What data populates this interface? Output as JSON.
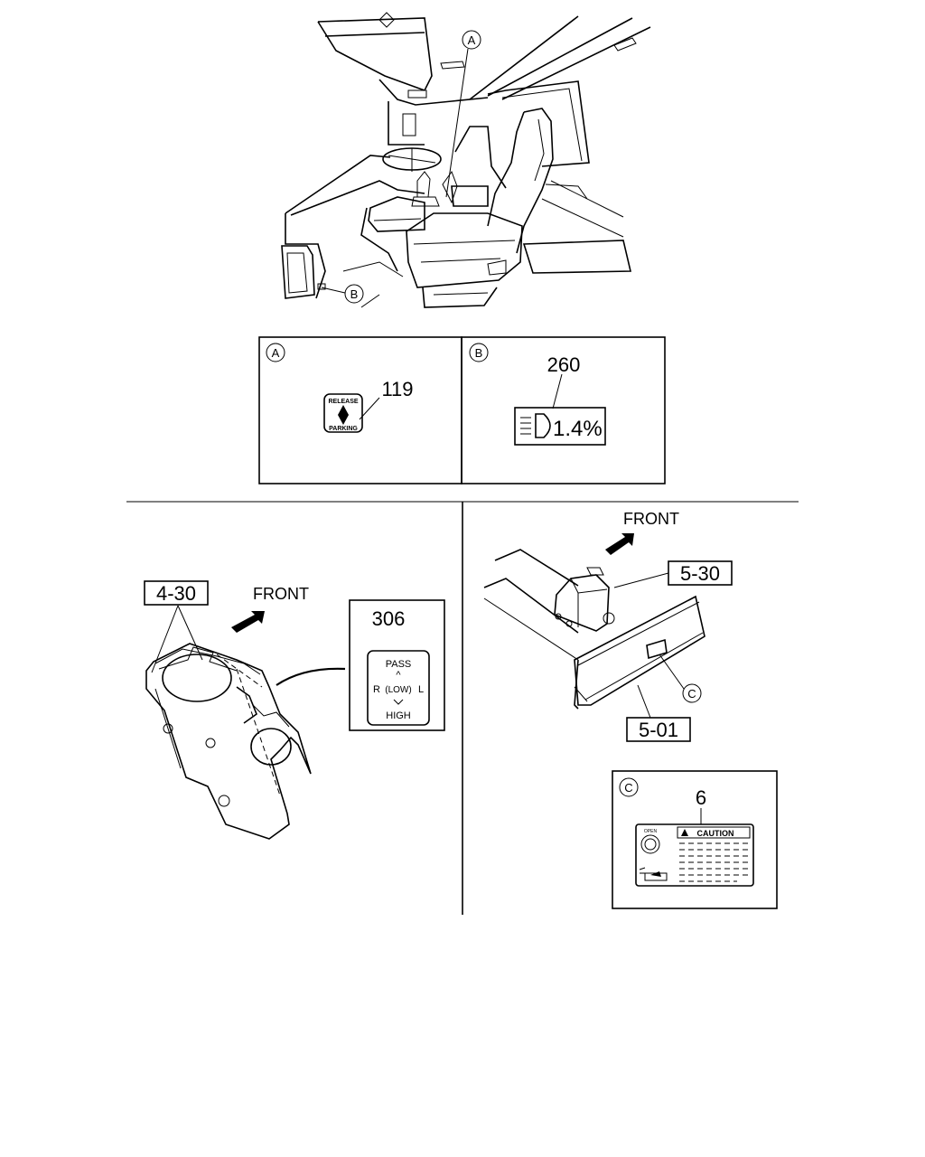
{
  "callouts": {
    "a": "A",
    "b": "B",
    "c": "C"
  },
  "detail_a": {
    "letter": "A",
    "part_no": "119",
    "label_top": "RELEASE",
    "label_bottom": "PARKING"
  },
  "detail_b": {
    "letter": "B",
    "part_no": "260",
    "label_text": "1.4%"
  },
  "left_view": {
    "ref_no": "4-30",
    "front": "FRONT",
    "part_no": "306",
    "label_pass": "PASS",
    "label_r": "R",
    "label_low": "(LOW)",
    "label_l": "L",
    "label_high": "HIGH"
  },
  "right_view": {
    "front": "FRONT",
    "ref_no_top": "5-30",
    "ref_no_bottom": "5-01",
    "callout": "C"
  },
  "detail_c": {
    "letter": "C",
    "part_no": "6",
    "caution": "CAUTION"
  },
  "icons": [
    "diamond-arrow-icon",
    "headlamp-icon",
    "arrow-icon",
    "warning-triangle-icon"
  ]
}
